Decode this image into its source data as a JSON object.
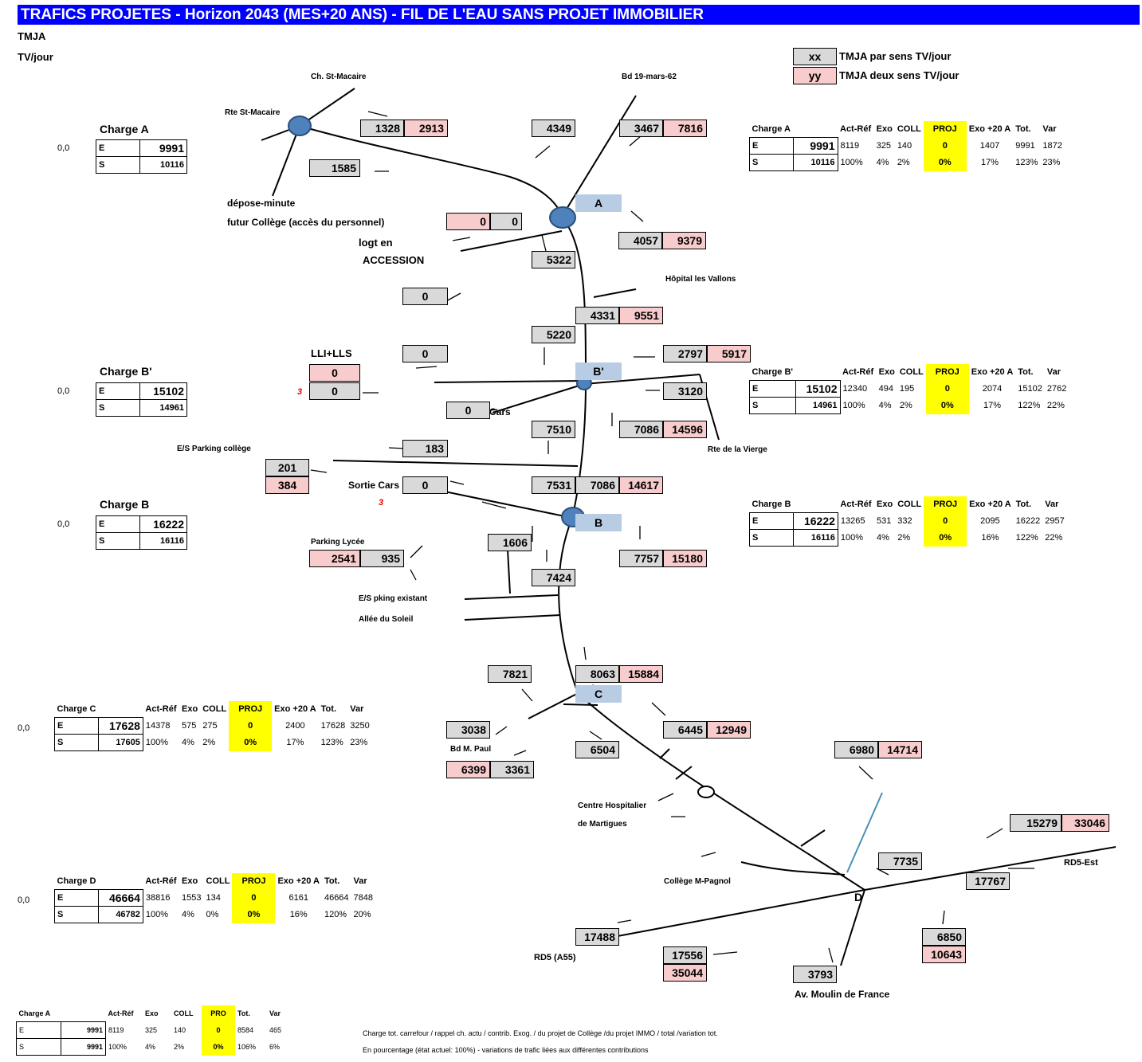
{
  "header": {
    "title": "TRAFICS PROJETES - Horizon 2043 (MES+20 ANS) - FIL DE L'EAU SANS PROJET IMMOBILIER",
    "unit1": "TMJA",
    "unit2": "TV/jour"
  },
  "legend": {
    "xx": "xx",
    "xx_text": "TMJA par sens TV/jour",
    "yy": "yy",
    "yy_text": "TMJA deux sens TV/jour"
  },
  "colors": {
    "title_bg": "#0000ff",
    "grey": "#d9d9d9",
    "pink": "#f8cbcc",
    "marker": "#b8cce4",
    "node": "#4f81bd",
    "yellow": "#ffff00"
  },
  "street_labels": {
    "st_macaire_ch": "Ch. St-Macaire",
    "st_macaire_rte": "Rte St-Macaire",
    "bd19mars": "Bd 19-mars-62",
    "depose": "dépose-minute",
    "college_futur": "futur Collège (accès du personnel)",
    "logt_en": "logt en",
    "accession": "ACCESSION",
    "hopital": "Hôpital les Vallons",
    "lli": "LLI+LLS",
    "cars": "Cars",
    "vierge": "Rte de la Vierge",
    "es_parking_college": "E/S Parking collège",
    "sortie_cars": "Sortie Cars",
    "three": "3",
    "parking_lycee": "Parking Lycée",
    "es_pking": "E/S pking existant",
    "allee": "Allée du Soleil",
    "bd_paul": "Bd M. Paul",
    "centre_hosp1": "Centre Hospitalier",
    "centre_hosp2": "de Martigues",
    "college_pagnol": "Collège M-Pagnol",
    "rd5_est": "RD5-Est",
    "rd5_a55": "RD5 (A55)",
    "moulin": "Av. Moulin de France",
    "node_d": "D"
  },
  "markers": {
    "a": "A",
    "bp": "B'",
    "b": "B",
    "c": "C"
  },
  "counts": {
    "c1328": "1328",
    "c2913": "2913",
    "c4349": "4349",
    "c3467": "3467",
    "c7816": "7816",
    "c1585": "1585",
    "c0a": "0",
    "c0b": "0",
    "c4057": "4057",
    "c9379": "9379",
    "c5322": "5322",
    "c0c": "0",
    "c4331": "4331",
    "c9551": "9551",
    "c5220": "5220",
    "c0d": "0",
    "c2797": "2797",
    "c5917": "5917",
    "lli_0a": "0",
    "lli_0b": "0",
    "c3120": "3120",
    "c0cars": "0",
    "c7510": "7510",
    "c7086a": "7086",
    "c14596": "14596",
    "c183": "183",
    "c201": "201",
    "c384": "384",
    "c0sortie": "0",
    "c7531": "7531",
    "c7086b": "7086",
    "c14617": "14617",
    "c1606": "1606",
    "c2541": "2541",
    "c935": "935",
    "c7757": "7757",
    "c15180": "15180",
    "c7424": "7424",
    "c7821": "7821",
    "c8063": "8063",
    "c15884": "15884",
    "c3038": "3038",
    "c6504": "6504",
    "c6445": "6445",
    "c12949": "12949",
    "c6399": "6399",
    "c3361": "3361",
    "c6980": "6980",
    "c14714": "14714",
    "c15279": "15279",
    "c33046": "33046",
    "c7735": "7735",
    "c17767": "17767",
    "c17488": "17488",
    "c6850": "6850",
    "c10643": "10643",
    "c17556": "17556",
    "c35044": "35044",
    "c3793": "3793"
  },
  "left_tables": {
    "a": {
      "title": "Charge A",
      "pre": "0,0",
      "e": "E",
      "e_val": "9991",
      "s": "S",
      "s_val": "10116"
    },
    "bp": {
      "title": "Charge B'",
      "pre": "0,0",
      "e": "E",
      "e_val": "15102",
      "s": "S",
      "s_val": "14961"
    },
    "b": {
      "title": "Charge B",
      "pre": "0,0",
      "e": "E",
      "e_val": "16222",
      "s": "S",
      "s_val": "16116"
    }
  },
  "full_headers": {
    "act": "Act-Réf",
    "exo": "Exo",
    "coll": "COLL",
    "proj": "PROJ",
    "exo20": "Exo +20 A",
    "tot": "Tot.",
    "var": "Var"
  },
  "right_tables": {
    "a": {
      "title": "Charge A",
      "e": [
        "E",
        "9991",
        "8119",
        "325",
        "140",
        "0",
        "1407",
        "9991",
        "1872"
      ],
      "s": [
        "S",
        "10116",
        "100%",
        "4%",
        "2%",
        "0%",
        "17%",
        "123%",
        "23%"
      ]
    },
    "bp": {
      "title": "Charge B'",
      "e": [
        "E",
        "15102",
        "12340",
        "494",
        "195",
        "0",
        "2074",
        "15102",
        "2762"
      ],
      "s": [
        "S",
        "14961",
        "100%",
        "4%",
        "2%",
        "0%",
        "17%",
        "122%",
        "22%"
      ]
    },
    "b": {
      "title": "Charge B",
      "e": [
        "E",
        "16222",
        "13265",
        "531",
        "332",
        "0",
        "2095",
        "16222",
        "2957"
      ],
      "s": [
        "S",
        "16116",
        "100%",
        "4%",
        "2%",
        "0%",
        "16%",
        "122%",
        "22%"
      ]
    }
  },
  "c_table": {
    "title": "Charge C",
    "pre": "0,0",
    "e": [
      "E",
      "17628",
      "14378",
      "575",
      "275",
      "0",
      "2400",
      "17628",
      "3250"
    ],
    "s": [
      "S",
      "17605",
      "100%",
      "4%",
      "2%",
      "0%",
      "17%",
      "123%",
      "23%"
    ]
  },
  "d_table": {
    "title": "Charge D",
    "pre": "0,0",
    "e": [
      "E",
      "46664",
      "38816",
      "1553",
      "134",
      "0",
      "6161",
      "46664",
      "7848"
    ],
    "s": [
      "S",
      "46782",
      "100%",
      "4%",
      "0%",
      "0%",
      "16%",
      "120%",
      "20%"
    ]
  },
  "bottom_legend": {
    "title": "Charge A",
    "act": "Act-Réf",
    "exo": "Exo",
    "coll": "COLL",
    "pro": "PRO",
    "tot": "Tot.",
    "var": "Var",
    "e": [
      "E",
      "9991",
      "8119",
      "325",
      "140",
      "0",
      "8584",
      "465"
    ],
    "s": [
      "S",
      "9991",
      "100%",
      "4%",
      "2%",
      "0%",
      "106%",
      "6%"
    ],
    "note1": "Charge tot. carrefour / rappel ch. actu / contrib. Exog. / du projet de Collège /du projet IMMO / total /variation tot.",
    "note2": "En pourcentage (état actuel: 100%) - variations de trafic liées aux différentes contributions"
  }
}
